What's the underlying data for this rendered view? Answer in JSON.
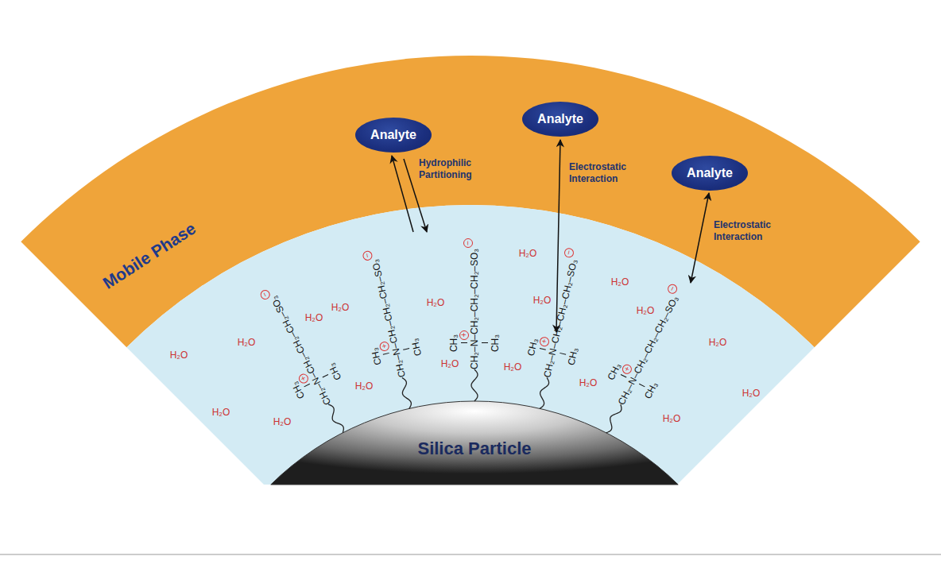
{
  "diagram": {
    "nodes": [
      {
        "text": [
          "Analyte"
        ]
      },
      {
        "text": [
          "Analyte"
        ]
      },
      {
        "text": [
          "Analyte"
        ]
      }
    ],
    "labels": [
      "Mobile Phase",
      "Silica Particle",
      "Hydrophilic Partitioning",
      "Electrostatic Interaction",
      "Electrostatic Interaction",
      "H₂O",
      "H₂O",
      "H₂O",
      "H₂O",
      "H₂O",
      "H₂O",
      "H₂O",
      "H₂O",
      "H₂O",
      "H₂O",
      "H₂O",
      "H₂O",
      "H₂O",
      "H₂O",
      "H₂O",
      "H₂O",
      "H₂O",
      "H₂O",
      "CH₃",
      "CH₃",
      "CH₂–",
      "N",
      "–CH₂–CH₂–CH₂–SO₃",
      "+",
      "−",
      "CH₃",
      "CH₃",
      "CH₂–",
      "N",
      "–CH₂–CH₂–CH₂–SO₃",
      "+",
      "−",
      "CH₃",
      "CH₃",
      "CH₂–",
      "N",
      "–CH₂–CH₂–CH₂–SO₃",
      "+",
      "−",
      "CH₃",
      "CH₃",
      "CH₂–",
      "N",
      "–CH₂–CH₂–CH₂–SO₃",
      "+",
      "−",
      "CH₃",
      "CH₃",
      "CH₂–",
      "N",
      "–CH₂–CH₂–CH₂–SO₃",
      "+",
      "−"
    ]
  }
}
